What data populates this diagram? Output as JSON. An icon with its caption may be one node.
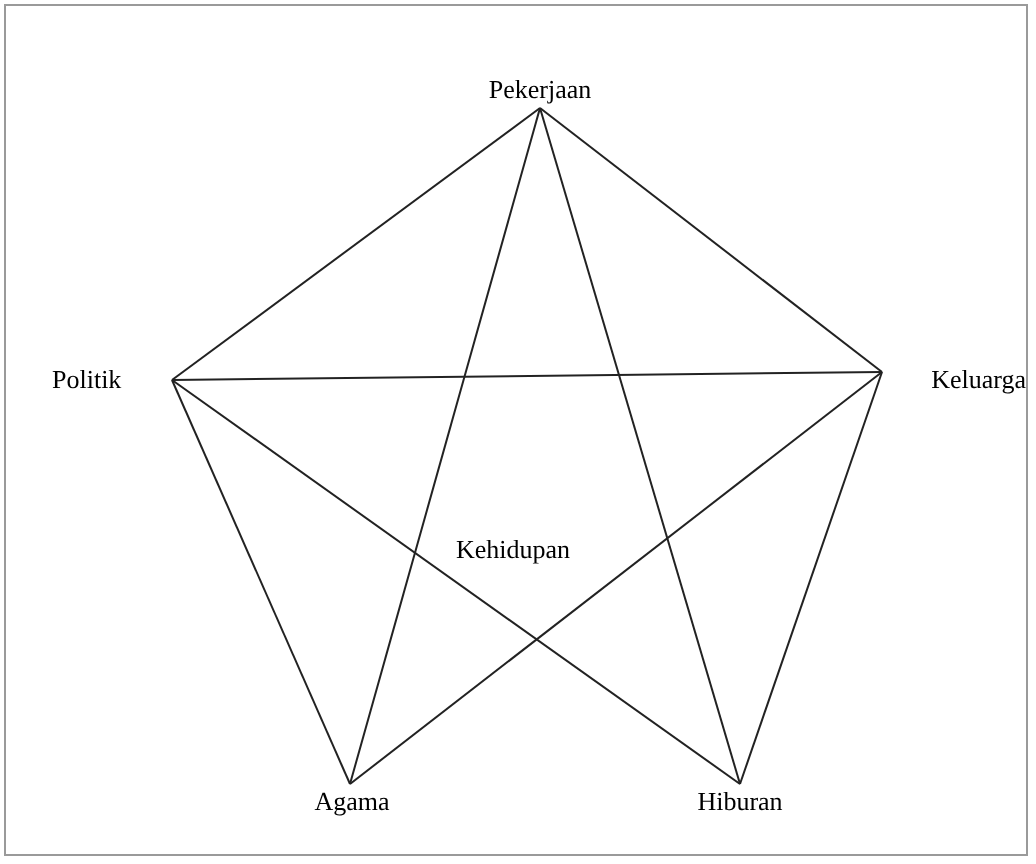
{
  "diagram": {
    "nodes": [
      {
        "text": [
          "Pekerjaan"
        ]
      },
      {
        "text": [
          "Politik"
        ]
      },
      {
        "text": [
          "Keluarga"
        ]
      },
      {
        "text": [
          "Agama"
        ]
      },
      {
        "text": [
          "Hiburan"
        ]
      }
    ],
    "edges": [
      {
        "from": 0,
        "to": 1,
        "arrow": "none"
      },
      {
        "from": 0,
        "to": 2,
        "arrow": "none"
      },
      {
        "from": 1,
        "to": 3,
        "arrow": "none"
      },
      {
        "from": 2,
        "to": 4,
        "arrow": "none"
      },
      {
        "from": 0,
        "to": 3,
        "arrow": "none"
      },
      {
        "from": 0,
        "to": 4,
        "arrow": "none"
      },
      {
        "from": 1,
        "to": 2,
        "arrow": "none"
      },
      {
        "from": 1,
        "to": 4,
        "arrow": "none"
      },
      {
        "from": 2,
        "to": 3,
        "arrow": "none"
      }
    ],
    "labels": [
      "Kehidupan"
    ]
  }
}
